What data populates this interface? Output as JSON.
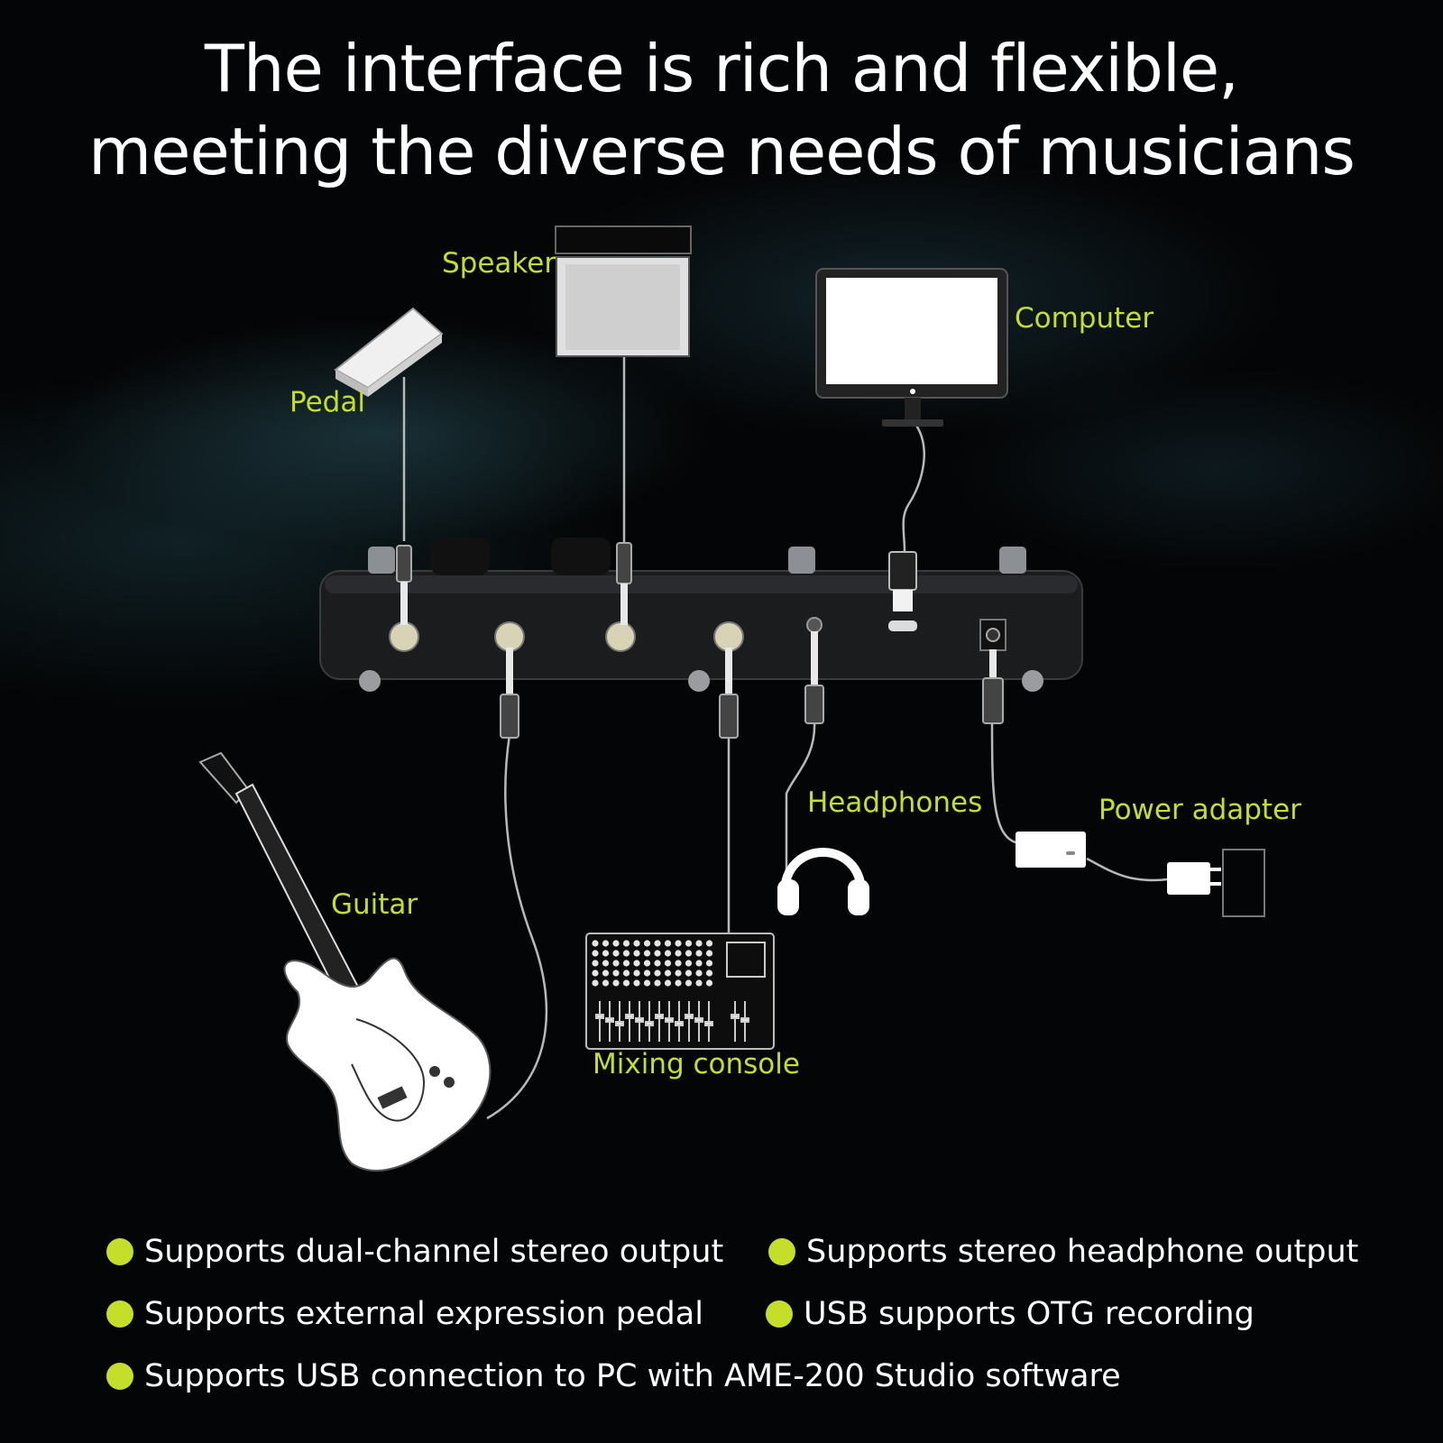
{
  "headline": {
    "line1": "The interface is rich and flexible,",
    "line2": "meeting the diverse needs of musicians"
  },
  "labels": {
    "speaker": "Speaker",
    "computer": "Computer",
    "pedal": "Pedal",
    "headphones": "Headphones",
    "power_adapter": "Power adapter",
    "guitar": "Guitar",
    "mixing_console": "Mixing console"
  },
  "features": [
    "Supports dual-channel stereo output",
    "Supports stereo headphone output",
    "Supports external expression pedal",
    "USB supports OTG recording",
    "Supports USB connection to PC with AME-200 Studio software"
  ],
  "colors": {
    "accent": "#c5de2a",
    "background": "#050607",
    "text": "#ffffff"
  }
}
